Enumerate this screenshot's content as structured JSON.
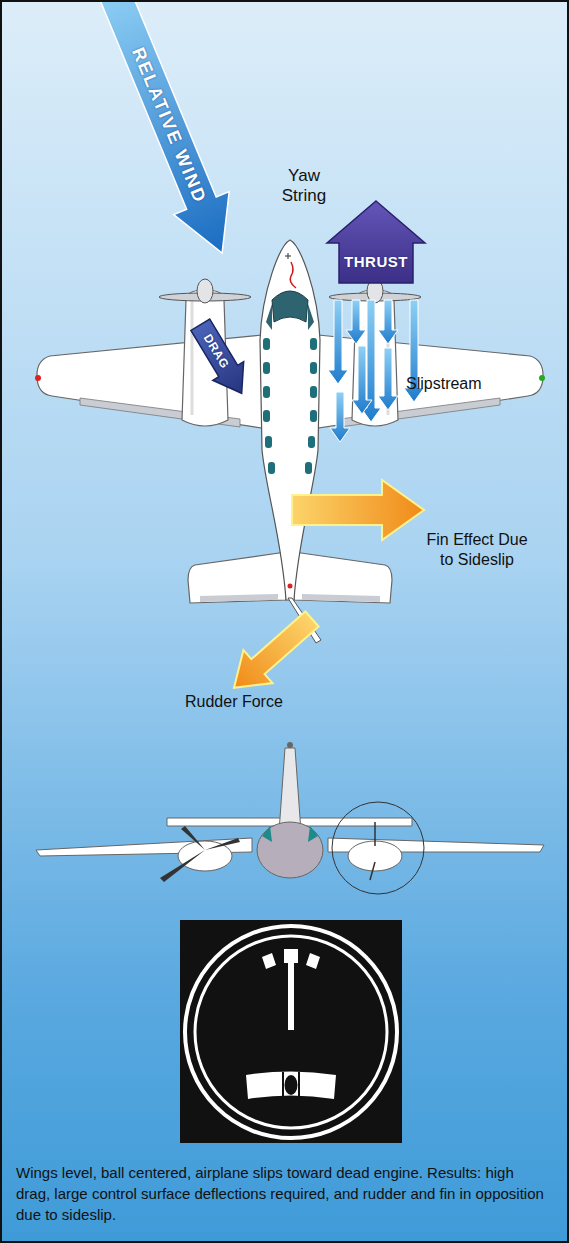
{
  "diagram": {
    "caption": "Wings level, ball centered, airplane slips toward dead engine. Results: high drag, large control surface deflections required, and rudder and fin in opposition due to sideslip.",
    "nodes": [
      {
        "text": [
          "RELATIVE WIND"
        ]
      },
      {
        "text": [
          "THRUST"
        ]
      },
      {
        "text": [
          "DRAG"
        ]
      }
    ],
    "labels": [
      "Yaw String",
      "Slipstream",
      "Fin Effect Due to Sideslip",
      "Rudder Force"
    ]
  }
}
